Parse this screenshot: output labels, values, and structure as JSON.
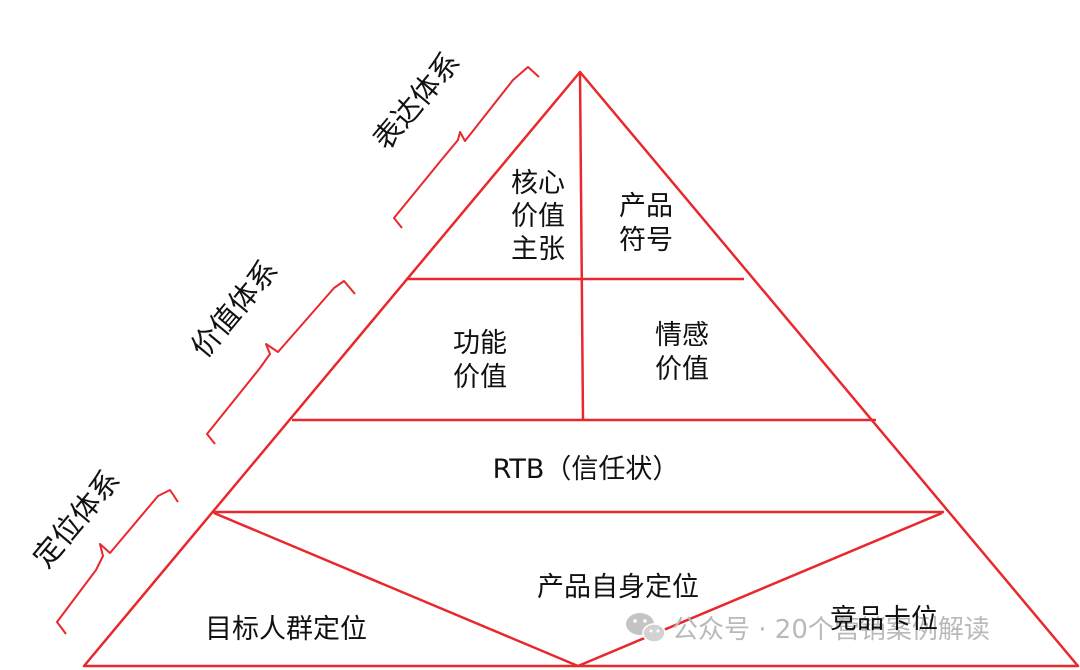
{
  "colors": {
    "line": "#e8282c",
    "text": "#111111",
    "watermark": "#b9b9b9"
  },
  "pyramid": {
    "top_left_cell": [
      "核心",
      "价值",
      "主张"
    ],
    "top_right_cell": [
      "产品",
      "符号"
    ],
    "middle_left_cell": [
      "功能",
      "价值"
    ],
    "middle_right_cell": [
      "情感",
      "价值"
    ],
    "rtb_band": "RTB（信任状）",
    "bottom_center": "产品自身定位",
    "bottom_left": "目标人群定位",
    "bottom_right": "竞品卡位"
  },
  "side_labels": {
    "expression": "表达体系",
    "value": "价值体系",
    "positioning": "定位体系"
  },
  "watermark": {
    "icon": "wechat-icon",
    "text": "公众号 · 20个营销案例解读"
  }
}
